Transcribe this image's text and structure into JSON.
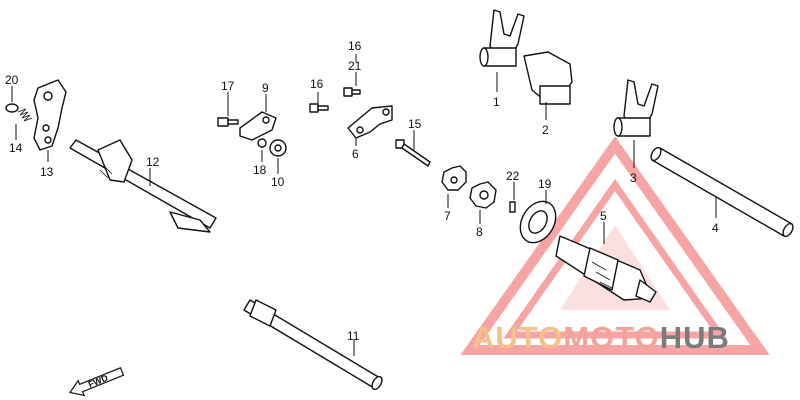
{
  "callouts": [
    "1",
    "2",
    "3",
    "4",
    "5",
    "6",
    "7",
    "8",
    "9",
    "10",
    "11",
    "12",
    "13",
    "14",
    "15",
    "16",
    "16",
    "17",
    "18",
    "19",
    "20",
    "21",
    "22"
  ],
  "fwd_label": "FWD",
  "watermark": {
    "part1": "AUTO",
    "part2": "MOTO",
    "part3": "HUB",
    "colors": {
      "auto": "#f6c08a",
      "moto": "#f4a39c",
      "hub": "#7b7b7b",
      "triangle": "#f05a5a"
    }
  }
}
